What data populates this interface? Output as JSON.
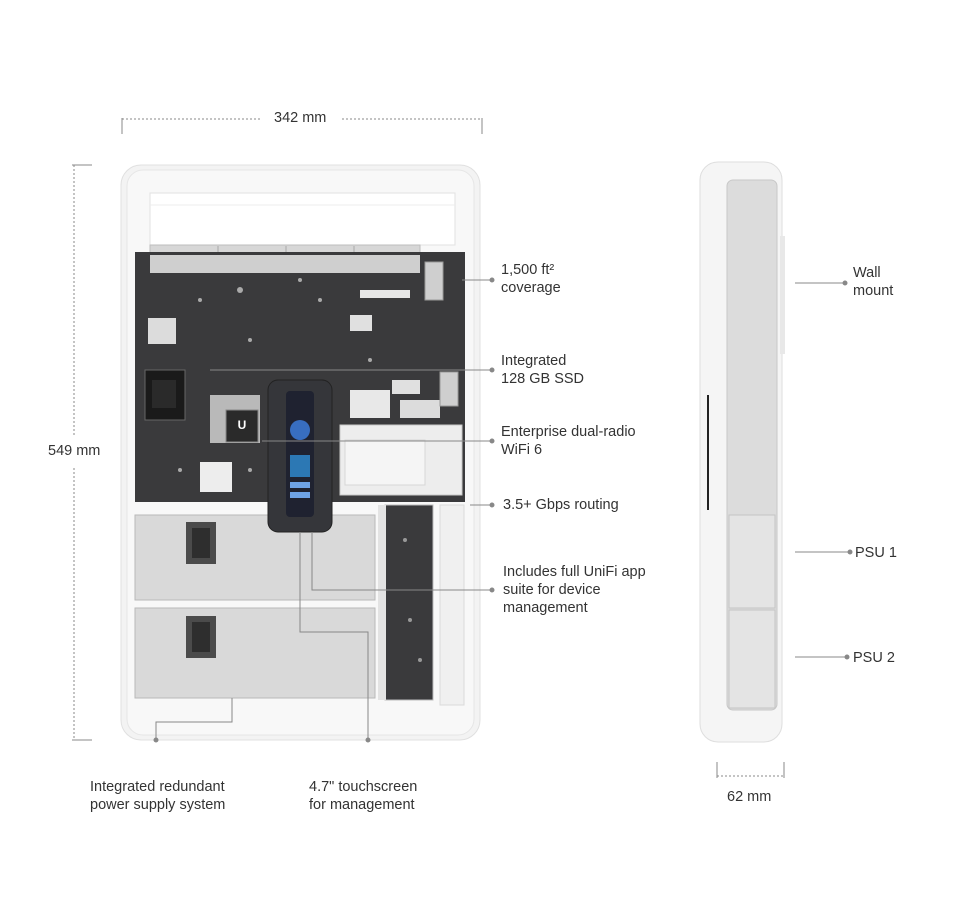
{
  "dimensions": {
    "width": "342 mm",
    "height": "549 mm",
    "depth": "62 mm"
  },
  "callouts": {
    "coverage": "1,500 ft²\ncoverage",
    "ssd": "Integrated\n128 GB SSD",
    "wifi": "Enterprise dual-radio\nWiFi 6",
    "routing": "3.5+ Gbps routing",
    "app": "Includes full UniFi app\nsuite for device\nmanagement",
    "psu_system": "Integrated redundant\npower supply system",
    "touchscreen": "4.7\" touchscreen\nfor management",
    "wall_mount": "Wall\nmount",
    "psu1": "PSU 1",
    "psu2": "PSU 2"
  },
  "colors": {
    "board": "#3a3a3c",
    "chassis": "#f4f4f4",
    "psu": "#d9d9d9",
    "screen": "#1f2230",
    "accent": "#3d7bd9"
  },
  "logo": "U"
}
